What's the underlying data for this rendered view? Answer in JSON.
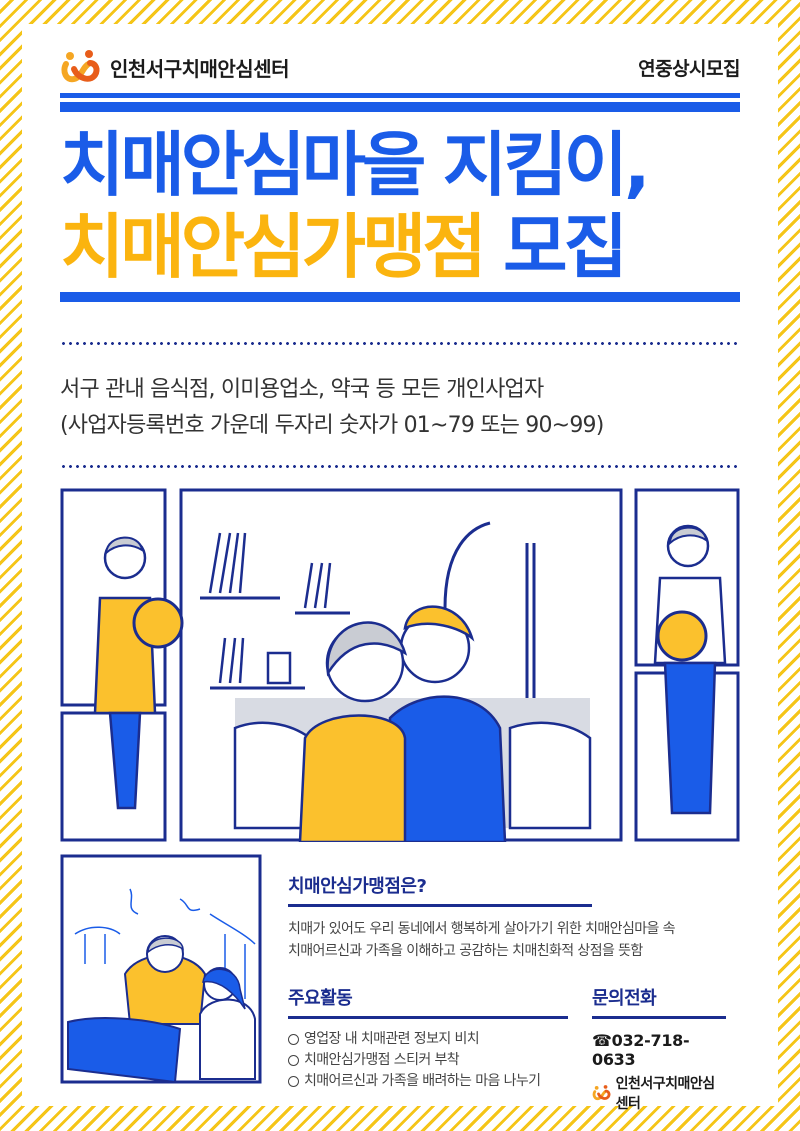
{
  "header": {
    "org_name": "인천서구치매안심센터",
    "recruit_tag": "연중상시모집"
  },
  "title": {
    "line1": "치매안심마을 지킴이,",
    "line2_yellow": "치매안심가맹점",
    "line2_blue": " 모집"
  },
  "target": {
    "line1": "서구 관내 음식점, 이미용업소, 약국 등 모든 개인사업자",
    "line2": "(사업자등록번호 가운데 두자리 숫자가 01~79 또는 90~99)"
  },
  "about": {
    "title": "치매안심가맹점은?",
    "body_line1": "치매가 있어도 우리 동네에서 행복하게 살아가기 위한 치매안심마을 속",
    "body_line2": "치매어르신과 가족을 이해하고 공감하는 치매친화적 상점을 뜻함"
  },
  "activities": {
    "title": "주요활동",
    "items": [
      "영업장 내 치매관련 정보지 비치",
      "치매안심가맹점 스티커 부착",
      "치매어르신과 가족을 배려하는 마음 나누기"
    ]
  },
  "contact": {
    "title": "문의전화",
    "phone_icon": "☎",
    "phone": "032-718-0633",
    "org_name": "인천서구치매안심센터"
  },
  "colors": {
    "primary_blue": "#1a5ce8",
    "accent_yellow": "#fbb40f",
    "navy": "#1b2d8f",
    "border_stripe": "#f5c518"
  }
}
